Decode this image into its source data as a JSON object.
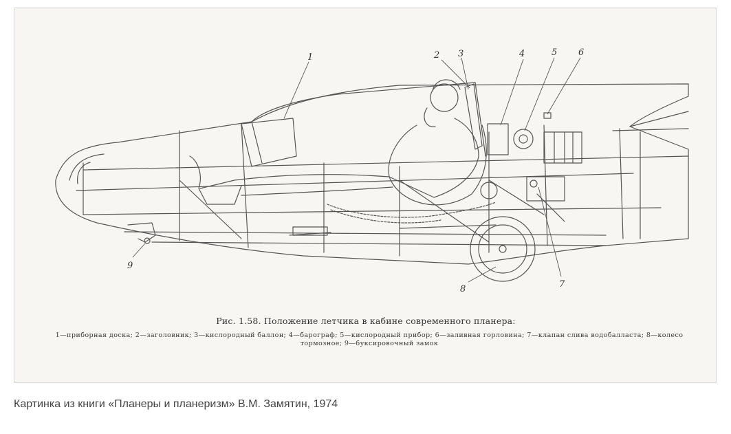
{
  "figure": {
    "title": "Рис. 1.58. Положение летчика в кабине современного планера:",
    "legend": "1—приборная доска; 2—заголовник; 3—кислородный баллон; 4—барограф; 5—кислородный прибор; 6—заливная горловина; 7—клапан слива водобалласта; 8—колесо тормозное; 9—буксировочный замок",
    "callouts": [
      "1",
      "2",
      "3",
      "4",
      "5",
      "6",
      "7",
      "8",
      "9"
    ]
  },
  "caption": "Картинка из книги «Планеры и планеризм» В.М. Замятин, 1974"
}
